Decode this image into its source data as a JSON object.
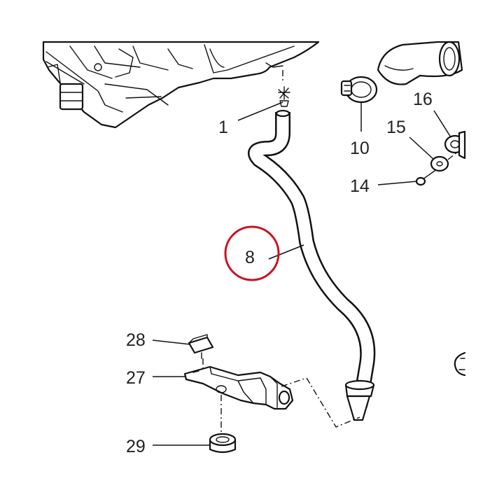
{
  "diagram": {
    "highlight_color": "#cc1020",
    "callouts": {
      "c1": "1",
      "c8": "8",
      "c10": "10",
      "c14": "14",
      "c15": "15",
      "c16": "16",
      "c27": "27",
      "c28": "28",
      "c29": "29"
    },
    "highlighted_callout": "8"
  }
}
